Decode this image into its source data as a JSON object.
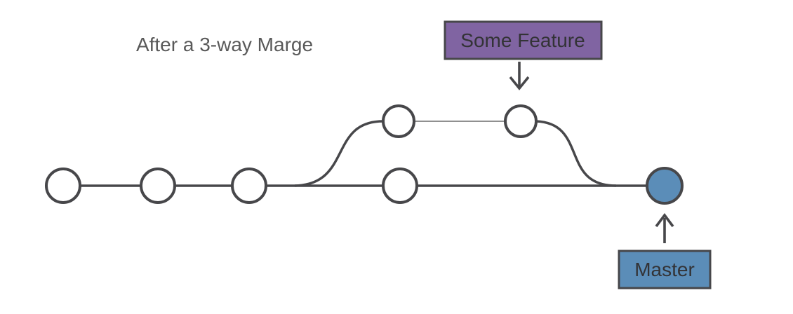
{
  "title": "After a 3-way Marge",
  "labels": {
    "feature_branch": "Some Feature",
    "master_branch": "Master"
  },
  "colors": {
    "background": "#ffffff",
    "line": "#47474a",
    "thin_line": "#6b6b6b",
    "node_fill": "#ffffff",
    "master_node_fill": "#5b8db8",
    "feature_box_fill": "#8064a2",
    "master_box_fill": "#5b8db8",
    "label_text": "#333336",
    "title_text": "#595959"
  },
  "diagram": {
    "type": "git-branch-graph",
    "description": "Commit graph after a 3-way merge",
    "branches": [
      {
        "name": "master",
        "commit_count": 5,
        "head_highlighted": true,
        "pointer_label": "Master",
        "pointer_direction": "up"
      },
      {
        "name": "some-feature",
        "commit_count": 2,
        "head_highlighted": false,
        "pointer_label": "Some Feature",
        "pointer_direction": "down",
        "branched_from": "master",
        "merged_back": true
      }
    ]
  }
}
